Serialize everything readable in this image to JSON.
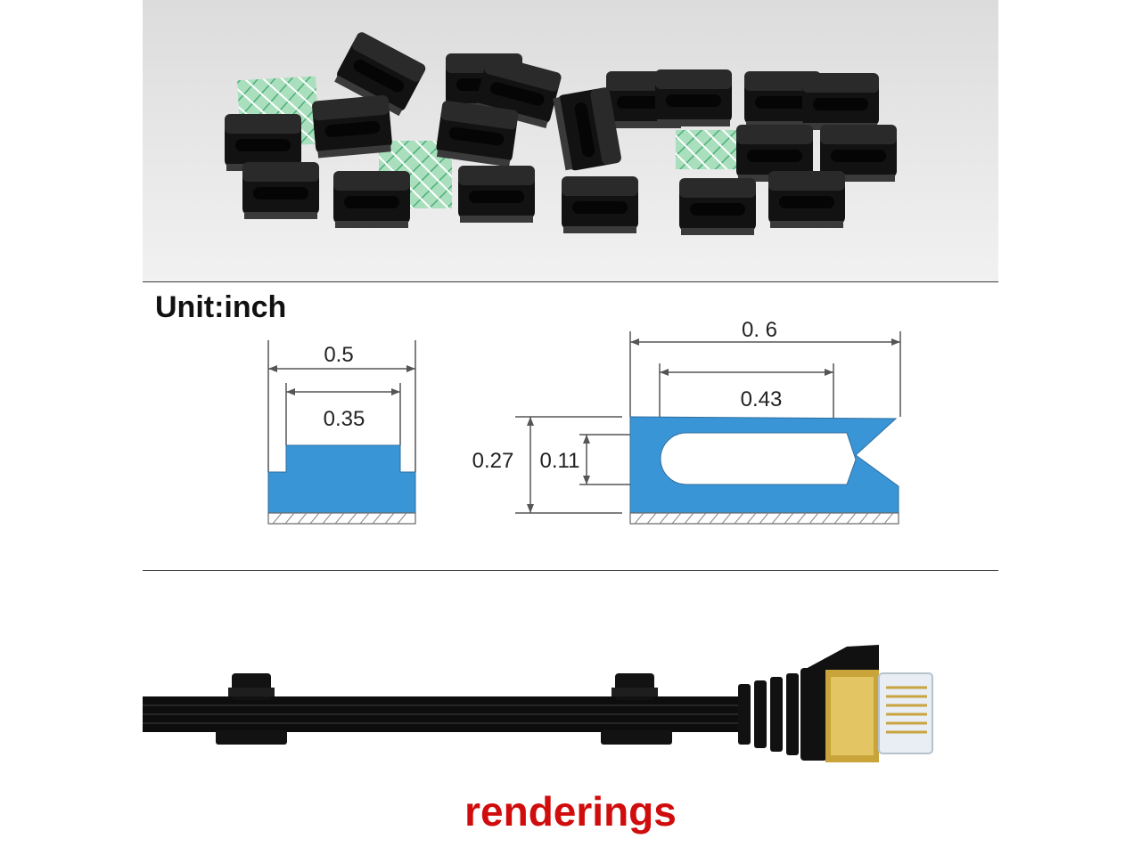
{
  "sections": {
    "photo": {
      "subject": "adhesive cable clips",
      "colors": {
        "clip": "#141414",
        "tape": "#9fd8b4",
        "background": "#e2e2e2"
      }
    },
    "dimensions": {
      "unit_label": "Unit:inch",
      "front_view": {
        "outer_width": "0.5",
        "inner_width": "0.35"
      },
      "side_view": {
        "total_length": "0. 6",
        "slot_length": "0.43",
        "total_height": "0.27",
        "slot_height": "0.11"
      },
      "colors": {
        "fill": "#3a95d6",
        "line": "#444444"
      }
    },
    "renderings": {
      "label": "renderings",
      "label_color": "#d10c0c"
    }
  }
}
